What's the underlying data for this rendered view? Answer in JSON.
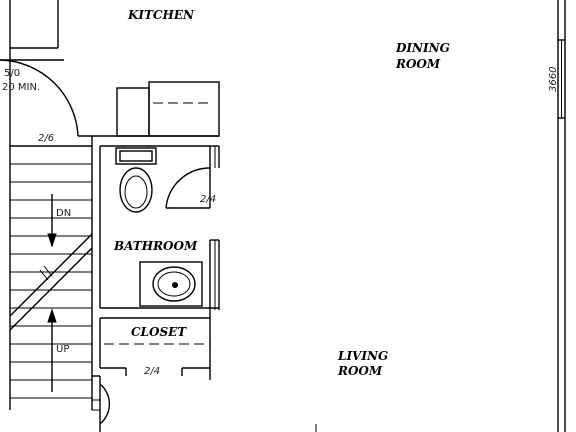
{
  "rooms": {
    "kitchen": "KITCHEN",
    "dining_line1": "DINING",
    "dining_line2": "ROOM",
    "bathroom": "BATHROOM",
    "closet": "CLOSET",
    "living_line1": "LIVING",
    "living_line2": "ROOM"
  },
  "annotations": {
    "fridge_line1": "5/0",
    "fridge_line2": "20 MIN.",
    "door_stair": "2/6",
    "door_bath": "2/4",
    "door_closet": "2/4",
    "stair_down": "DN",
    "stair_up": "UP",
    "dimension_right": "3660"
  },
  "colors": {
    "line": "#000000",
    "background": "#ffffff"
  }
}
